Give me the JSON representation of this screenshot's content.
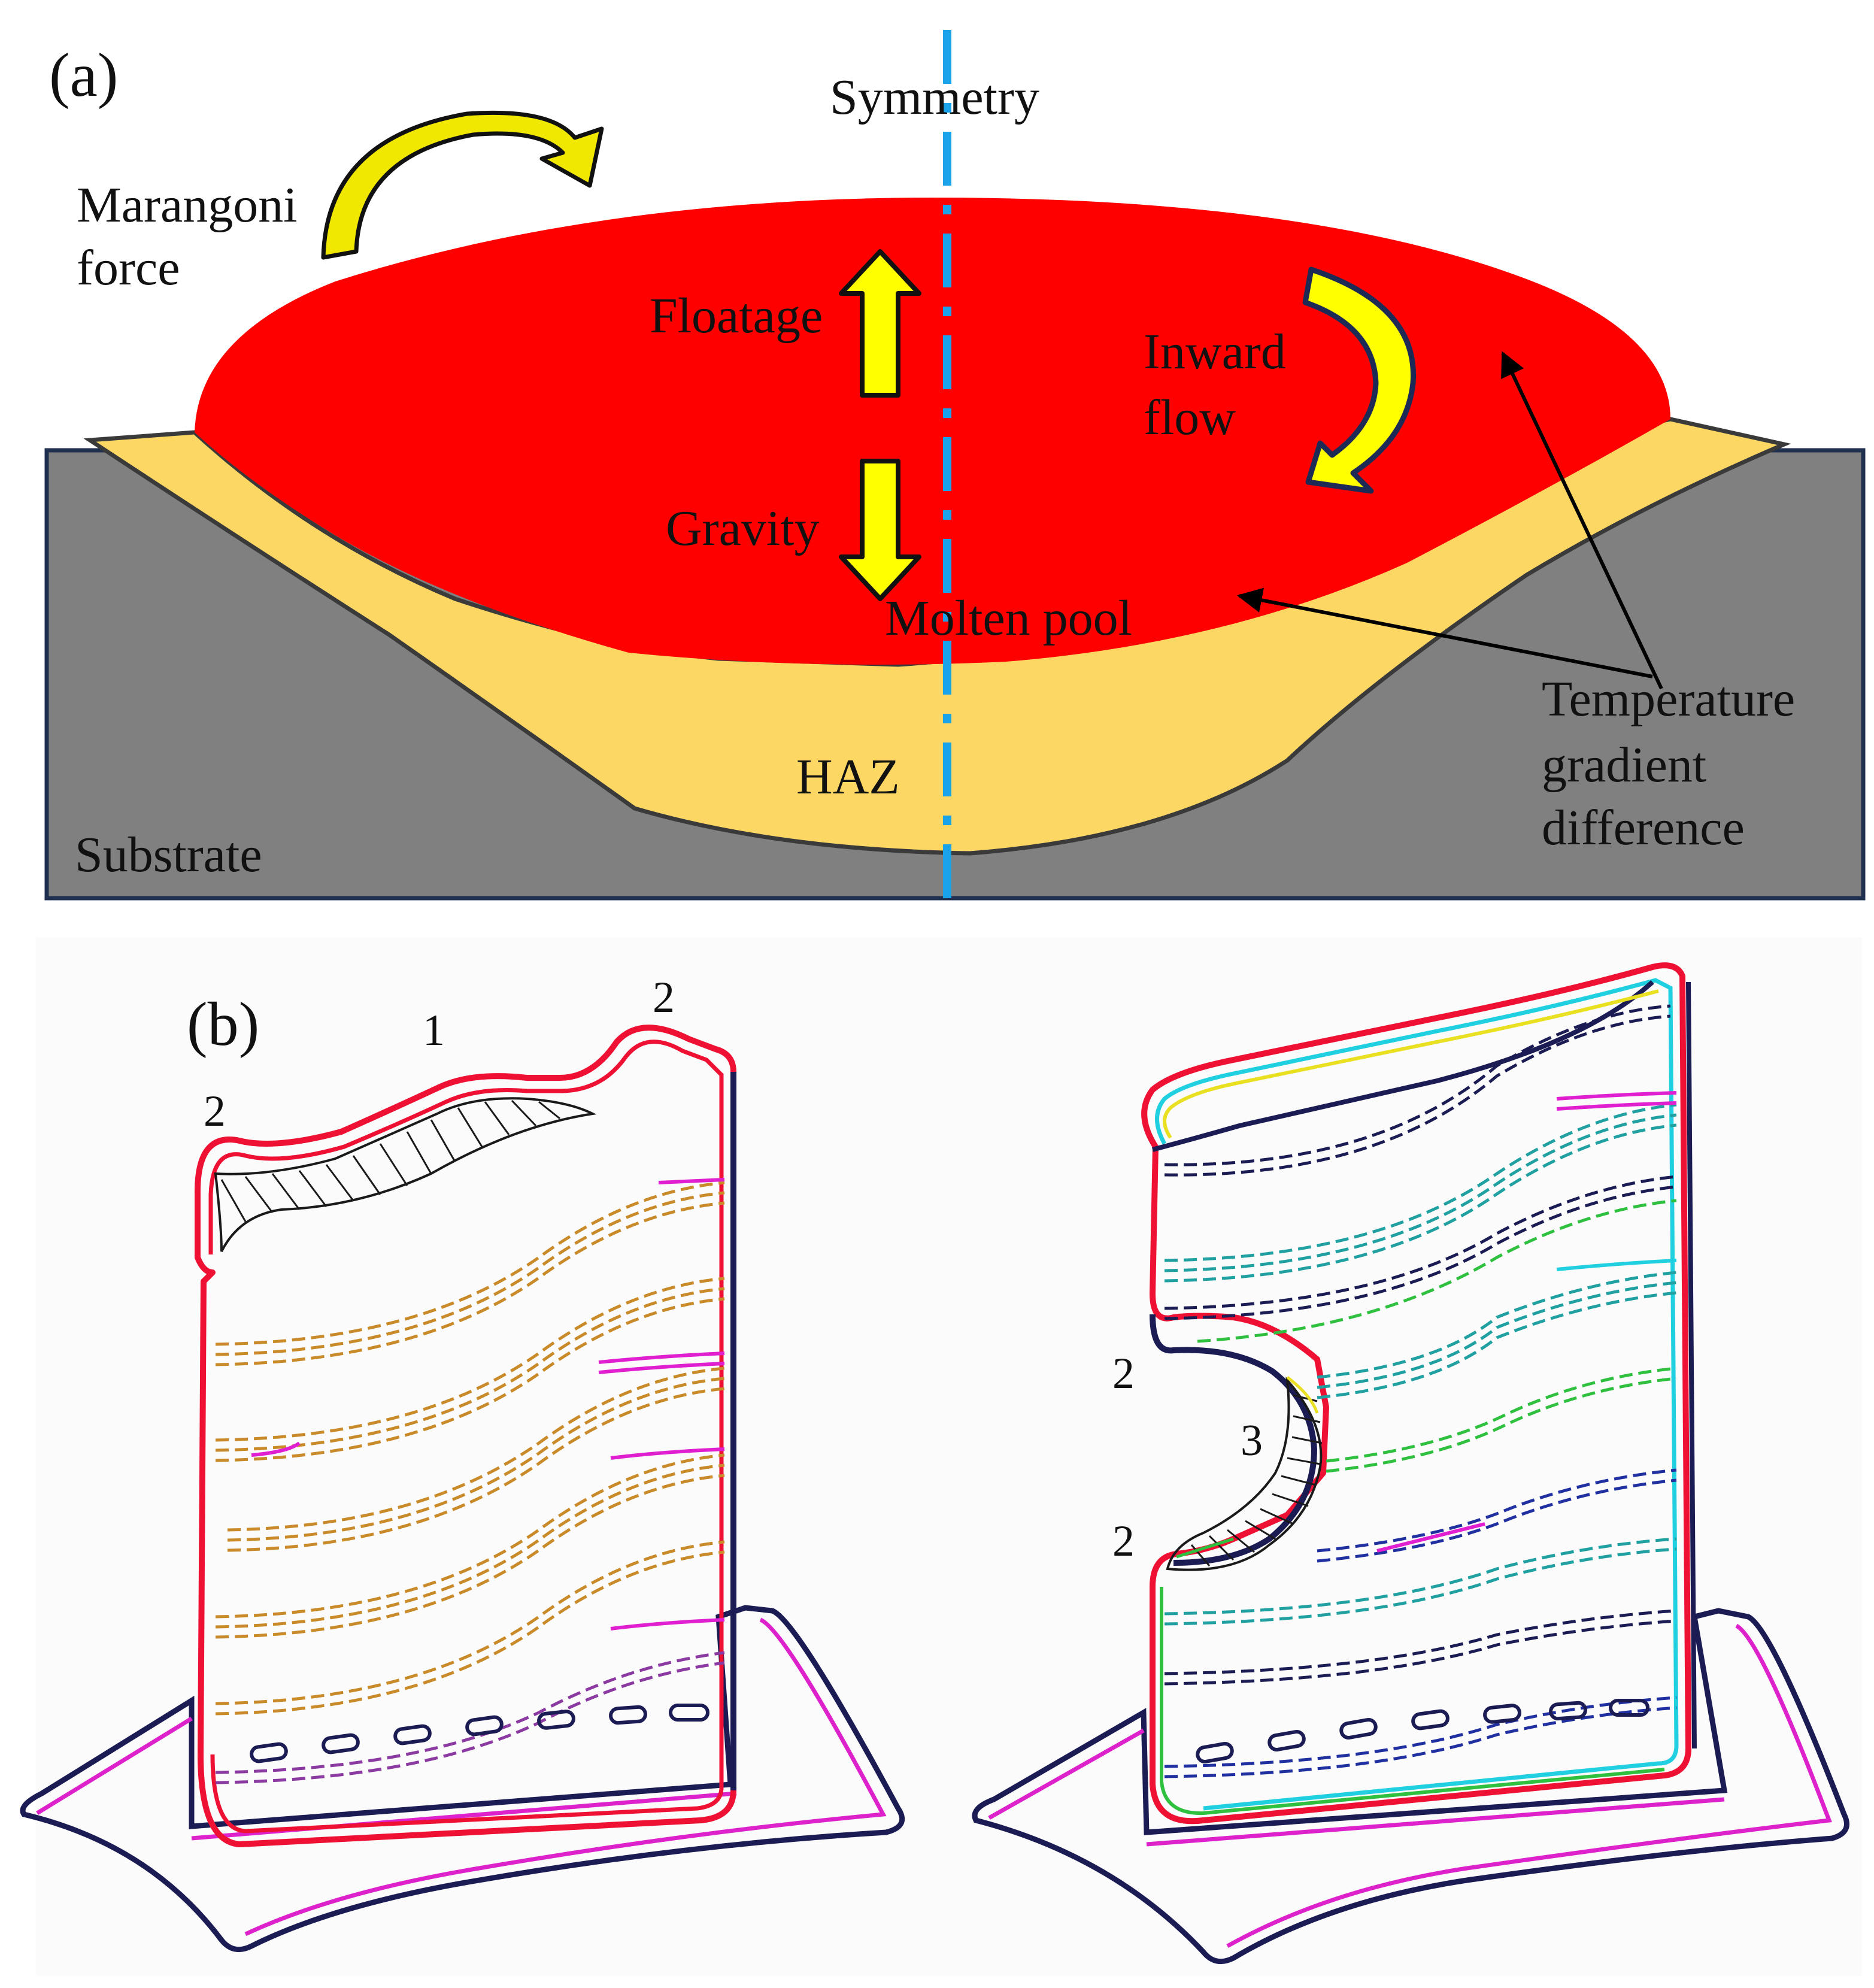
{
  "panel_a": {
    "panel_label": "(a)",
    "labels": {
      "symmetry": "Symmetry",
      "marangoni_line1": "Marangoni",
      "marangoni_line2": "force",
      "floatage": "Floatage",
      "gravity": "Gravity",
      "inward_line1": "Inward",
      "inward_line2": "flow",
      "molten_pool": "Molten pool",
      "haz": "HAZ",
      "substrate": "Substrate",
      "temp_line1": "Temperature",
      "temp_line2": "gradient",
      "temp_line3": "difference"
    },
    "colors": {
      "molten_pool": "#ff0000",
      "haz": "#fdd764",
      "substrate": "#808080",
      "substrate_border": "#1f3050",
      "symmetry_axis": "#1aa3e8",
      "arrow_fill": "#ffff00",
      "outline": "#1a1a1a"
    }
  },
  "panel_b": {
    "panel_label": "(b)",
    "left_part": {
      "labels": {
        "top_middle": "1",
        "top_right": "2",
        "top_left": "2"
      }
    },
    "right_part": {
      "labels": {
        "notch_top": "2",
        "notch_middle": "3",
        "notch_bottom": "2"
      }
    },
    "colors": {
      "outline_red": "#ee1133",
      "outline_navy": "#1c1c55",
      "outline_magenta": "#dd22cc",
      "stripe_orange": "#c98a2a",
      "stripe_magenta": "#e020d0",
      "stripe_teal": "#20a0a0",
      "stripe_green": "#30c040",
      "stripe_cyan": "#20d0e0",
      "stripe_blue": "#2030a0"
    }
  }
}
